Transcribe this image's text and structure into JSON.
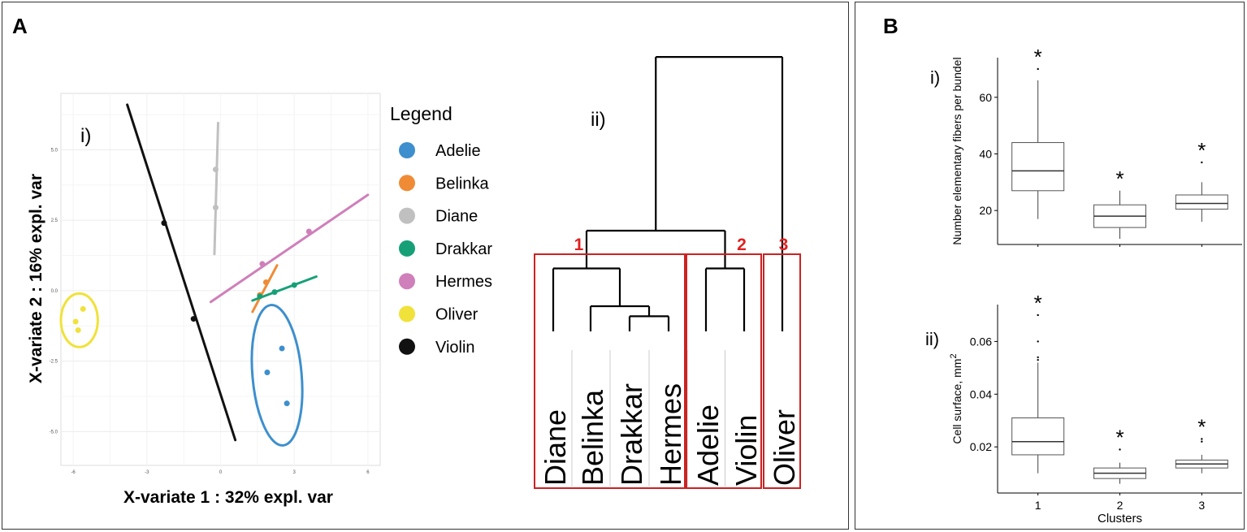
{
  "panels": {
    "a": {
      "letter": "A",
      "plot_i": {
        "label": "i)",
        "xlabel": "X-variate 1 : 32% expl. var",
        "ylabel": "X-variate 2 : 16% expl. var",
        "xticks": [
          "-6",
          "-3",
          "0",
          "3",
          "6"
        ],
        "yticks": [
          "5.0",
          "2.5",
          "0.0",
          "-2.5",
          "-5.0"
        ]
      },
      "legend": {
        "title": "Legend"
      },
      "dendrogram": {
        "label": "ii)"
      }
    },
    "b": {
      "letter": "B"
    }
  },
  "chart_data": [
    {
      "type": "scatter",
      "xlim": [
        -6.5,
        6.5
      ],
      "ylim": [
        -6.2,
        7.0
      ],
      "grid": true,
      "legend_placement": "right",
      "series": [
        {
          "name": "Adelie",
          "color": "#3d8fcd",
          "points": [
            [
              1.9,
              -2.9
            ],
            [
              2.5,
              -2.05
            ],
            [
              2.7,
              -4.0
            ]
          ],
          "shape": "ellipse",
          "ellipse": {
            "cx": 2.3,
            "cy": -3.0,
            "rx": 1.0,
            "ry": 2.5,
            "angle_deg": 95
          }
        },
        {
          "name": "Belinka",
          "color": "#f08b35",
          "points": [
            [
              1.6,
              -0.15
            ],
            [
              1.85,
              0.3
            ]
          ],
          "shape": "line",
          "line": [
            [
              1.3,
              -0.75
            ],
            [
              2.3,
              0.9
            ]
          ]
        },
        {
          "name": "Diane",
          "color": "#c0c0c0",
          "points": [
            [
              -0.2,
              4.3
            ],
            [
              -0.2,
              2.95
            ]
          ],
          "shape": "line",
          "line": [
            [
              -0.25,
              1.3
            ],
            [
              -0.1,
              5.95
            ]
          ]
        },
        {
          "name": "Drakkar",
          "color": "#17a077",
          "points": [
            [
              1.6,
              -0.2
            ],
            [
              2.2,
              -0.05
            ],
            [
              3.0,
              0.2
            ]
          ],
          "shape": "line",
          "line": [
            [
              1.3,
              -0.35
            ],
            [
              3.9,
              0.5
            ]
          ]
        },
        {
          "name": "Hermes",
          "color": "#cf7fba",
          "points": [
            [
              1.7,
              0.95
            ],
            [
              3.6,
              2.1
            ]
          ],
          "shape": "line",
          "line": [
            [
              -0.4,
              -0.4
            ],
            [
              6.0,
              3.4
            ]
          ]
        },
        {
          "name": "Oliver",
          "color": "#f0e23a",
          "points": [
            [
              -5.6,
              -0.65
            ],
            [
              -5.9,
              -1.1
            ],
            [
              -5.8,
              -1.4
            ]
          ],
          "shape": "ellipse",
          "ellipse": {
            "cx": -5.75,
            "cy": -1.05,
            "rx": 0.75,
            "ry": 0.95,
            "angle_deg": 0
          }
        },
        {
          "name": "Violin",
          "color": "#111111",
          "points": [
            [
              -2.3,
              2.4
            ],
            [
              -1.1,
              -1.0
            ]
          ],
          "shape": "line",
          "line": [
            [
              -3.8,
              6.6
            ],
            [
              0.6,
              -5.3
            ]
          ]
        }
      ]
    },
    {
      "type": "dendrogram",
      "leaves": [
        "Diane",
        "Belinka",
        "Drakkar",
        "Hermes",
        "Adelie",
        "Violin",
        "Oliver"
      ],
      "clusters": [
        {
          "label": "1",
          "members": [
            "Diane",
            "Belinka",
            "Drakkar",
            "Hermes"
          ]
        },
        {
          "label": "2",
          "members": [
            "Adelie",
            "Violin"
          ]
        },
        {
          "label": "3",
          "members": [
            "Oliver"
          ]
        }
      ],
      "merges": [
        {
          "a": "Drakkar",
          "b": "Hermes",
          "height": 0.6
        },
        {
          "a": "Belinka",
          "b": "Drakkar+Hermes",
          "height": 1.0
        },
        {
          "a": "Diane",
          "b": "Belinka+Drakkar+Hermes",
          "height": 2.5
        },
        {
          "a": "Adelie",
          "b": "Violin",
          "height": 2.5
        },
        {
          "a": "Cluster1",
          "b": "Cluster2",
          "height": 4.0
        },
        {
          "a": "Cluster1+2",
          "b": "Oliver",
          "height": 10.9
        }
      ],
      "cluster_label_color": "#e02020"
    },
    {
      "type": "box",
      "panel_label": "i)",
      "ylabel": "Number elementary fibers per bundel",
      "ylim": [
        8,
        74
      ],
      "yticks": [
        "20",
        "40",
        "60"
      ],
      "categories": [
        "1",
        "2",
        "3"
      ],
      "significance": [
        "*",
        "*",
        "*"
      ],
      "boxes": [
        {
          "cluster": "1",
          "min": 17,
          "q1": 27,
          "median": 34,
          "q3": 44,
          "max": 66,
          "outliers": [
            70
          ]
        },
        {
          "cluster": "2",
          "min": 10,
          "q1": 14,
          "median": 18,
          "q3": 22,
          "max": 27,
          "outliers": []
        },
        {
          "cluster": "3",
          "min": 16,
          "q1": 20.5,
          "median": 22.5,
          "q3": 25.5,
          "max": 30,
          "outliers": [
            37
          ]
        }
      ]
    },
    {
      "type": "box",
      "panel_label": "ii)",
      "ylabel": "Cell surface, mm",
      "ylabel_sup": "2",
      "xlabel": "Clusters",
      "ylim": [
        0.0025,
        0.074
      ],
      "yticks": [
        "0.02",
        "0.04",
        "0.06"
      ],
      "categories": [
        "1",
        "2",
        "3"
      ],
      "significance": [
        "*",
        "*",
        "*"
      ],
      "boxes": [
        {
          "cluster": "1",
          "min": 0.01,
          "q1": 0.017,
          "median": 0.022,
          "q3": 0.031,
          "max": 0.052,
          "outliers": [
            0.053,
            0.054,
            0.06,
            0.07
          ]
        },
        {
          "cluster": "2",
          "min": 0.006,
          "q1": 0.008,
          "median": 0.01,
          "q3": 0.012,
          "max": 0.014,
          "outliers": [
            0.019
          ]
        },
        {
          "cluster": "3",
          "min": 0.01,
          "q1": 0.012,
          "median": 0.0135,
          "q3": 0.015,
          "max": 0.017,
          "outliers": [
            0.022,
            0.023
          ]
        }
      ]
    }
  ]
}
